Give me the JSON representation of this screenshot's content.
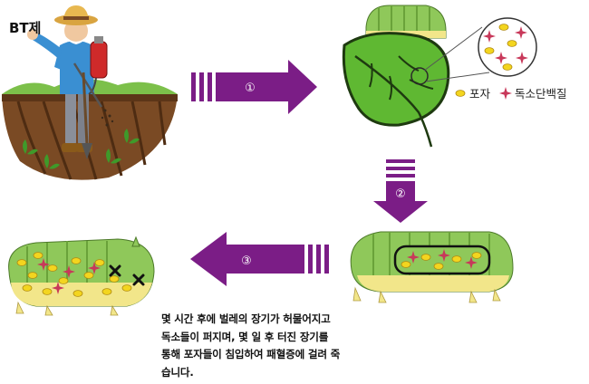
{
  "farmer": {
    "label": "BT제"
  },
  "steps": [
    {
      "label": "①"
    },
    {
      "label": "②"
    },
    {
      "label": "③"
    }
  ],
  "legend": {
    "spore_label": "포자",
    "toxin_label": "독소단백질"
  },
  "description": [
    "몇 시간 후에 벌레의 장기가 허물어지고",
    "독소들이 퍼지며, 몇 일 후 터진 장기를",
    "통해 포자들이 침입하여 패혈증에 걸려 죽",
    "습니다."
  ],
  "colors": {
    "arrow_purple": "#7b1d86",
    "leaf_green": "#5fb832",
    "caterpillar_green": "#8fc85a",
    "spore_yellow": "#f3d51f",
    "toxin_red": "#c8385a",
    "soil_brown": "#7a4a24"
  },
  "icons": {
    "spore": "yellow-ellipse",
    "toxin": "four-point-star",
    "dead_mark": "x-mark"
  }
}
